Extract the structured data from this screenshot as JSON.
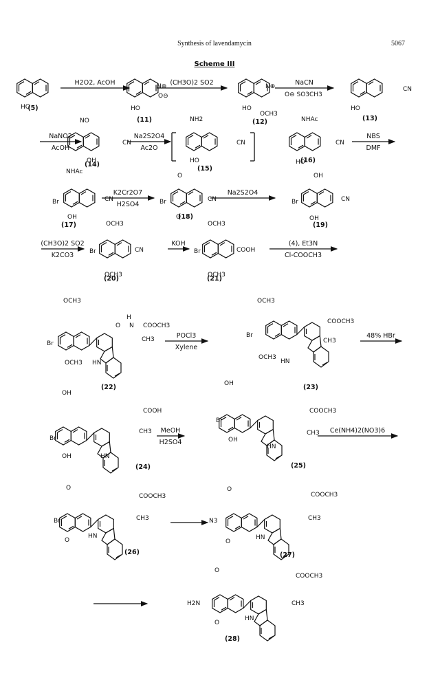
{
  "header": {
    "title": "Synthesis of lavendamycin",
    "page": "5067"
  },
  "scheme_title": "Scheme III",
  "reagents": [
    {
      "top": "H2O2, AcOH",
      "bottom": ""
    },
    {
      "top": "(CH3O)2 SO2",
      "bottom": ""
    },
    {
      "top": "NaCN",
      "bottom": ""
    },
    {
      "top": "NaNO2",
      "bottom": "AcOH"
    },
    {
      "top": "Na2S2O4",
      "bottom": "Ac2O"
    },
    {
      "top": "NBS",
      "bottom": "DMF"
    },
    {
      "top": "K2Cr2O7",
      "bottom": "H2SO4"
    },
    {
      "top": "Na2S2O4",
      "bottom": ""
    },
    {
      "top": "(CH3O)2 SO2",
      "bottom": "K2CO3"
    },
    {
      "top": "KOH",
      "bottom": ""
    },
    {
      "top": "(4), Et3N",
      "bottom": "Cl-COOCH3"
    },
    {
      "top": "POCl3",
      "bottom": "Xylene"
    },
    {
      "top": "48% HBr",
      "bottom": ""
    },
    {
      "top": "MeOH",
      "bottom": "H2SO4"
    },
    {
      "top": "Ce(NH4)2(NO3)6",
      "bottom": ""
    },
    {
      "top": "",
      "bottom": ""
    },
    {
      "top": "",
      "bottom": ""
    }
  ],
  "compounds": [
    {
      "label": "(5)",
      "groups": [
        "HO"
      ]
    },
    {
      "label": "(11)",
      "groups": [
        "HO",
        "N⊕",
        "O⊖"
      ]
    },
    {
      "label": "(12)",
      "groups": [
        "HO",
        "N⊕",
        "OCH3",
        "O⊖ SO3CH3"
      ]
    },
    {
      "label": "(13)",
      "groups": [
        "HO",
        "CN"
      ]
    },
    {
      "label": "(14)",
      "groups": [
        "NO",
        "OH",
        "CN"
      ]
    },
    {
      "label": "(15)",
      "groups": [
        "NH2",
        "HO",
        "CN"
      ]
    },
    {
      "label": "(16)",
      "groups": [
        "NHAc",
        "HO",
        "CN"
      ]
    },
    {
      "label": "(17)",
      "groups": [
        "NHAc",
        "Br",
        "OH",
        "CN"
      ]
    },
    {
      "label": "(18)",
      "groups": [
        "O",
        "Br",
        "O",
        "CN"
      ]
    },
    {
      "label": "(19)",
      "groups": [
        "OH",
        "Br",
        "OH",
        "CN"
      ]
    },
    {
      "label": "(20)",
      "groups": [
        "OCH3",
        "Br",
        "OCH3",
        "CN"
      ]
    },
    {
      "label": "(21)",
      "groups": [
        "OCH3",
        "Br",
        "OCH3",
        "COOH"
      ]
    },
    {
      "label": "(22)",
      "groups": [
        "OCH3",
        "Br",
        "OCH3",
        "H",
        "N",
        "O",
        "COOCH3",
        "CH3",
        "HN"
      ]
    },
    {
      "label": "(23)",
      "groups": [
        "OCH3",
        "Br",
        "OCH3",
        "COOCH3",
        "CH3",
        "HN"
      ]
    },
    {
      "label": "(24)",
      "groups": [
        "OH",
        "Br",
        "OH",
        "COOH",
        "CH3",
        "HN"
      ]
    },
    {
      "label": "(25)",
      "groups": [
        "OH",
        "Br",
        "OH",
        "COOCH3",
        "CH3",
        "HN"
      ]
    },
    {
      "label": "(26)",
      "groups": [
        "O",
        "Br",
        "O",
        "COOCH3",
        "CH3",
        "HN"
      ]
    },
    {
      "label": "(27)",
      "groups": [
        "O",
        "N3",
        "O",
        "COOCH3",
        "CH3",
        "HN"
      ]
    },
    {
      "label": "(28)",
      "groups": [
        "O",
        "H2N",
        "O",
        "COOCH3",
        "CH3",
        "HN"
      ]
    }
  ]
}
